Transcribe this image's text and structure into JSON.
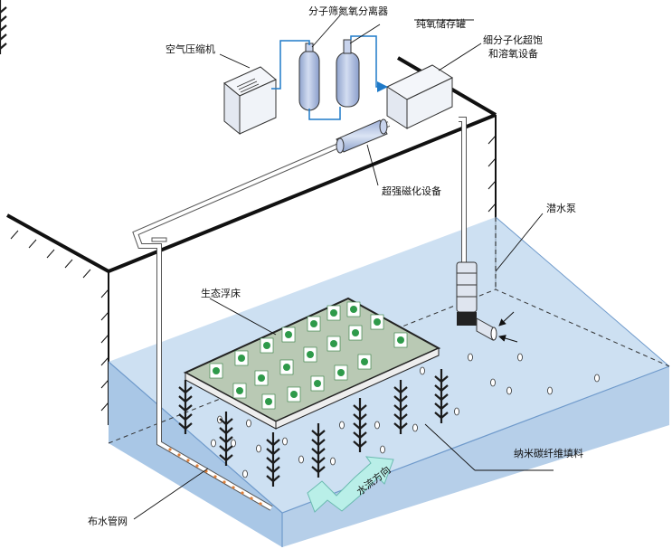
{
  "labels": {
    "air_compressor": "空气压缩机",
    "molecular_sieve": "分子筛氮氧分离器",
    "oxygen_tank": "纯氧储存罐",
    "dissolver_line1": "细分子化超饱",
    "dissolver_line2": "和溶氧设备",
    "magnetizer": "超强磁化设备",
    "submersible_pump": "潜水泵",
    "floating_bed": "生态浮床",
    "nano_carbon_fiber": "纳米碳纤维填料",
    "water_pipe_network": "布水管网",
    "flow_direction": "水流方向"
  },
  "colors": {
    "water": "#b8d2ec",
    "water_edge": "#7fa6cf",
    "pipe": "#1f7ac8",
    "equipment": "#aebde0",
    "floating_bed": "#b9c9b4",
    "fiber": "#1b1b1b",
    "flow_arrow": "#b9efe8",
    "diffuser_dots": "#e0803a"
  }
}
